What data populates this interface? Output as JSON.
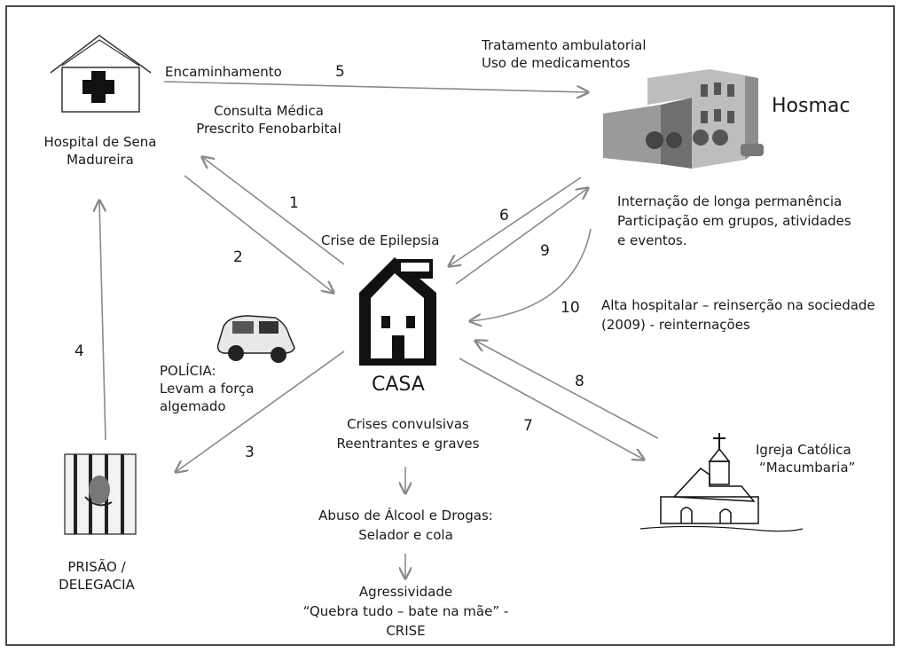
{
  "nodes": {
    "hospital": {
      "line1": "Hospital de Sena",
      "line2": "Madureira"
    },
    "hosmac": {
      "name": "Hosmac"
    },
    "casa": {
      "name": "CASA",
      "top_label": "Crise de Epilepsia"
    },
    "prisao": {
      "line1": "PRISÃO /",
      "line2": "DELEGACIA"
    },
    "igreja": {
      "line1": "Igreja Católica",
      "line2": "“Macumbaria”"
    },
    "policia": {
      "line1": "POLÍCIA:",
      "line2": "Levam a força",
      "line3": "algemado"
    }
  },
  "annotations": {
    "encaminhamento": "Encaminhamento",
    "tratamento": {
      "line1": "Tratamento ambulatorial",
      "line2": "Uso de medicamentos"
    },
    "consulta": {
      "line1": "Consulta Médica",
      "line2": "Prescrito Fenobarbital"
    },
    "internacao": {
      "line1": "Internação de longa permanência",
      "line2": "Participação em grupos, atividades",
      "line3": "e eventos."
    },
    "alta": {
      "line1": "Alta hospitalar – reinserção na sociedade",
      "line2": "(2009) - reinternações"
    },
    "crises": {
      "line1": "Crises convulsivas",
      "line2": "Reentrantes e graves"
    },
    "abuso": {
      "line1": "Abuso de  Álcool e Drogas:",
      "line2": "Selador e cola"
    },
    "agressividade": {
      "line1": "Agressividade",
      "line2": "“Quebra tudo – bate na mãe” -",
      "line3": "CRISE"
    }
  },
  "edge_numbers": [
    "1",
    "2",
    "3",
    "4",
    "5",
    "6",
    "7",
    "8",
    "9",
    "10"
  ],
  "colors": {
    "arrow": "#8a8a8a",
    "icon": "#111111",
    "frame": "#4a4a4a"
  }
}
